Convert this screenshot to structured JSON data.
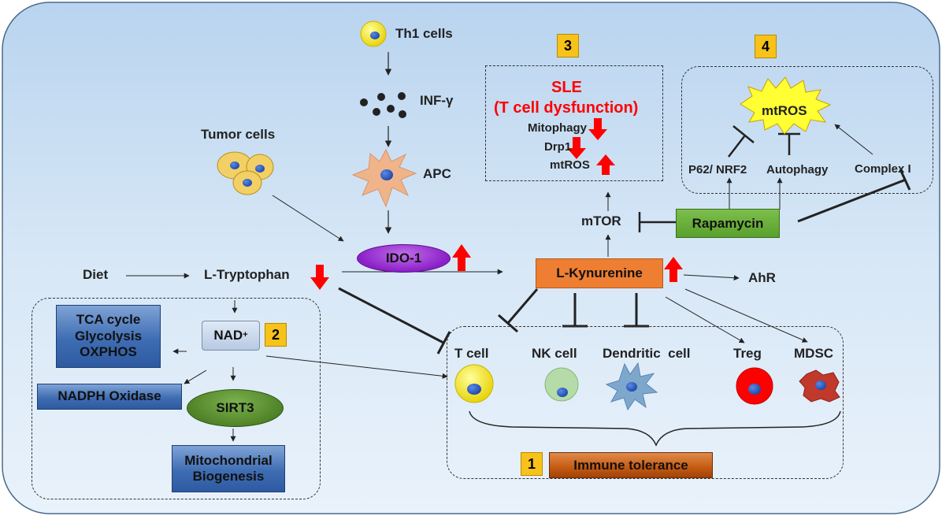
{
  "colors": {
    "background_panel": "#cfe1f3",
    "ido1": "#8a1fc8",
    "kynurenine": "#ee7e32",
    "rapamycin": "#5aa02c",
    "sirt3": "#4d7f25",
    "immune_tolerance": "#c55a11",
    "badge": "#f7c21a",
    "up_arrow": "#ff0000",
    "sle_text": "#ff0000",
    "mtros_burst": "#ffff33"
  },
  "top": {
    "th1": "Th1 cells",
    "infg": "INF-γ",
    "apc": "APC",
    "tumor": "Tumor cells"
  },
  "center": {
    "ido1": "IDO-1",
    "diet": "Diet",
    "ltryptophan": "L-Tryptophan",
    "lkynurenine": "L-Kynurenine",
    "ahr": "AhR",
    "mtor": "mTOR",
    "rapamycin": "Rapamycin"
  },
  "box3": {
    "badge": "3",
    "sle_line1": "SLE",
    "sle_line2": "(T cell dysfunction)",
    "mitophagy": "Mitophagy",
    "drp1": "Drp1",
    "mtros": "mtROS"
  },
  "box4": {
    "badge": "4",
    "mtros": "mtROS",
    "p62": "P62/ NRF2",
    "autophagy": "Autophagy",
    "complex1": "Complex I"
  },
  "box2": {
    "badge": "2",
    "nad": "NAD",
    "nad_sup": "+",
    "tca": "TCA cycle",
    "glycolysis": "Glycolysis",
    "oxphos": "OXPHOS",
    "nadph": "NADPH Oxidase",
    "sirt3": "SIRT3",
    "mito1": "Mitochondrial",
    "mito2": "Biogenesis"
  },
  "box1": {
    "badge": "1",
    "tcell": "T cell",
    "nkcell": "NK cell",
    "dendritic": "Dendritic  cell",
    "treg": "Treg",
    "mdsc": "MDSC",
    "immune_tolerance": "Immune tolerance"
  }
}
